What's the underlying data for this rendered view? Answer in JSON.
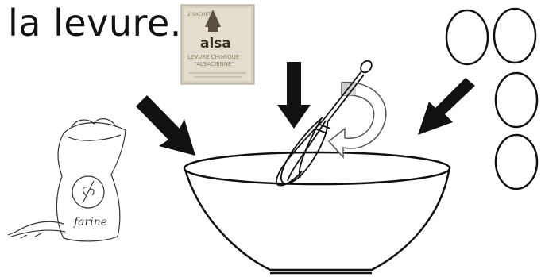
{
  "title": "la levure.",
  "packet": {
    "top": "2 SACHETS",
    "brand": "alsa",
    "line1": "LEVURE CHIMIQUE",
    "line2": "\"ALSACIENNE\""
  },
  "flour_label": "farine",
  "colors": {
    "arrow": "#111111",
    "stroke": "#111111",
    "packet": "#d8d2c2",
    "swirl": "#888888"
  },
  "icons": [
    "flour-bag-icon",
    "yeast-packet-icon",
    "whisk-icon",
    "bowl-icon",
    "egg-icon",
    "arrow-icon",
    "stir-arrow-icon"
  ]
}
